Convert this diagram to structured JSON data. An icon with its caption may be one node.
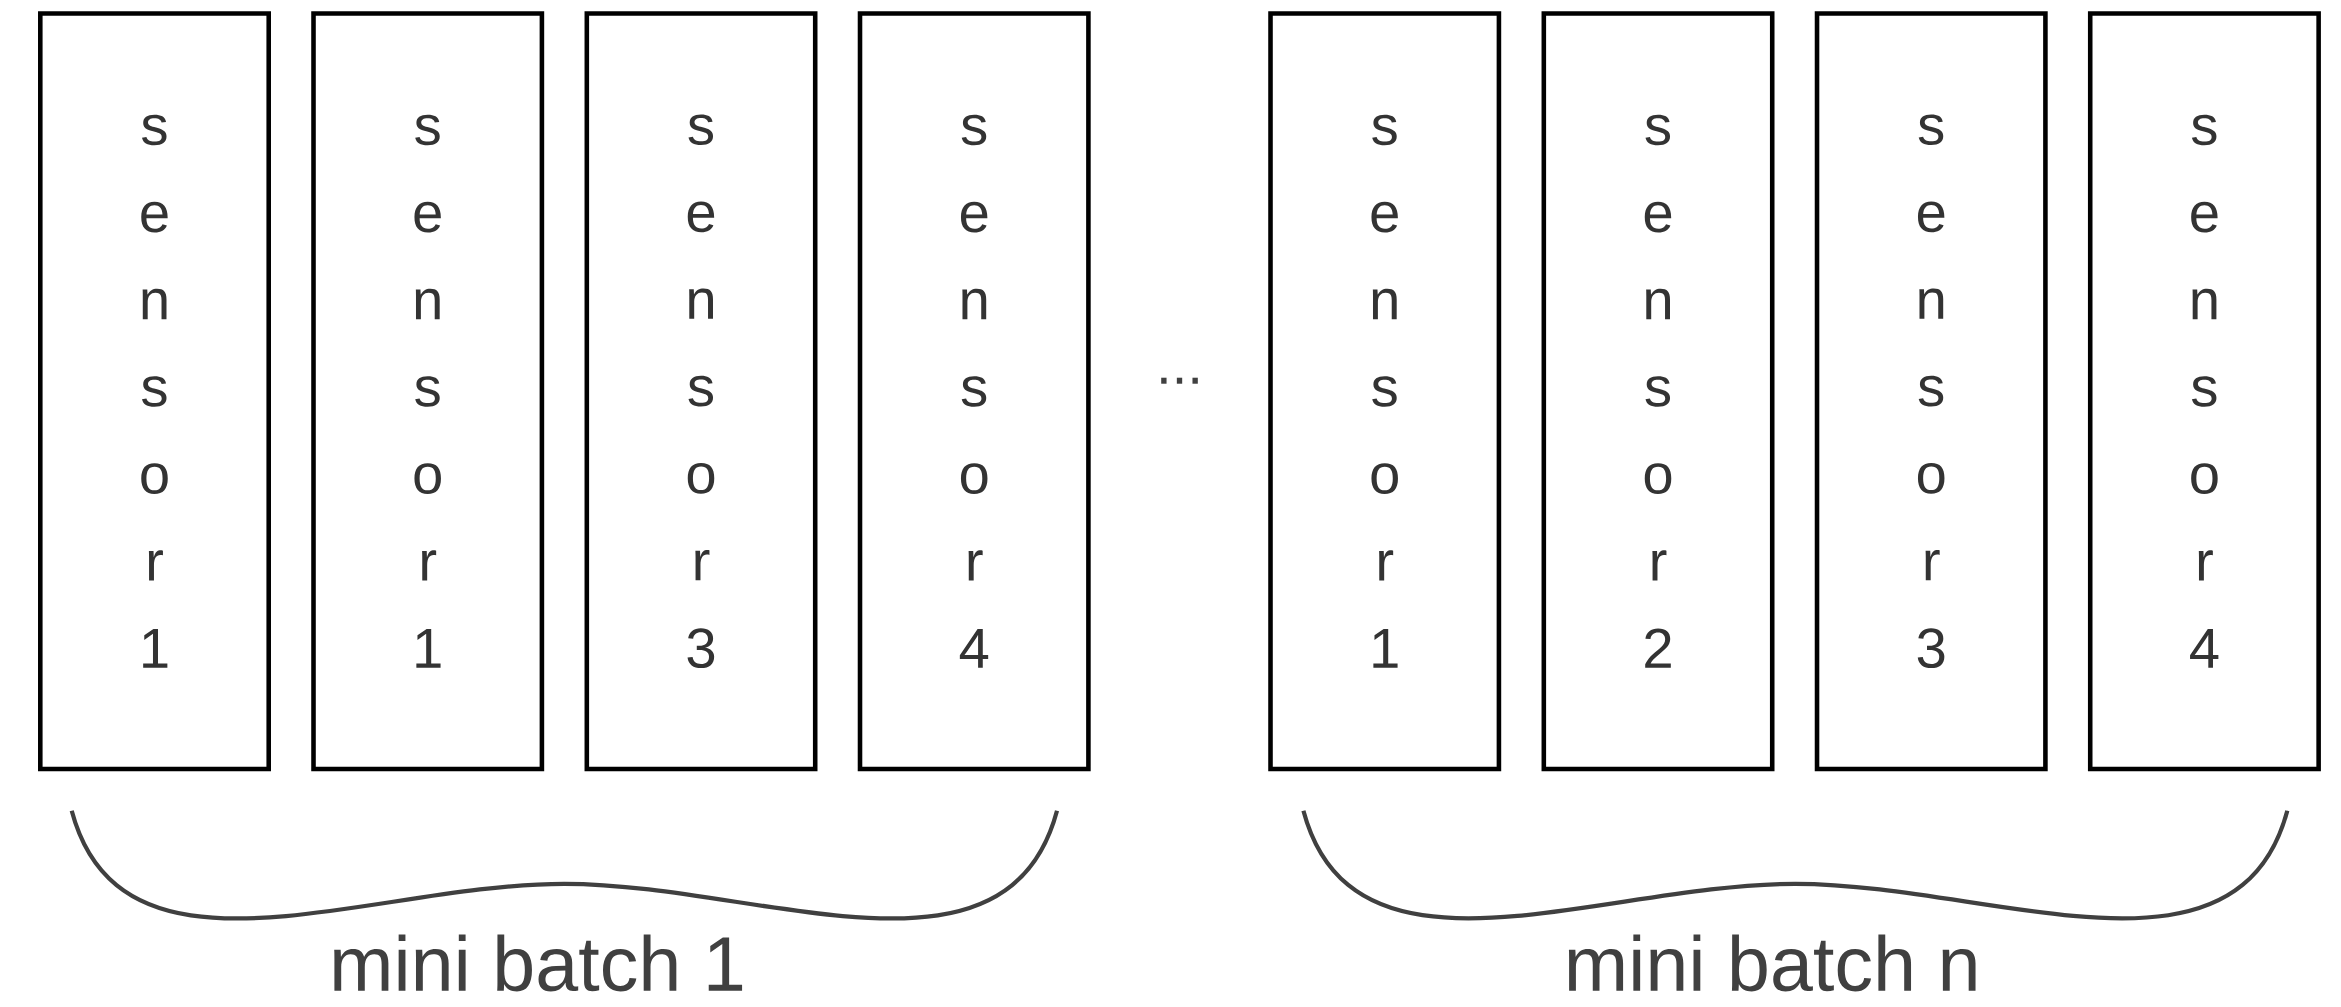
{
  "diagram": {
    "nodes": [
      {
        "text": [
          "sensor 1"
        ]
      },
      {
        "text": [
          "sensor 1"
        ]
      },
      {
        "text": [
          "sensor 3"
        ]
      },
      {
        "text": [
          "sensor 4"
        ]
      },
      {
        "text": [
          "sensor 1"
        ]
      },
      {
        "text": [
          "sensor 2"
        ]
      },
      {
        "text": [
          "sensor 3"
        ]
      },
      {
        "text": [
          "sensor 4"
        ]
      }
    ],
    "edges": [],
    "labels": [
      "...",
      "mini batch 1",
      "mini batch n"
    ]
  }
}
